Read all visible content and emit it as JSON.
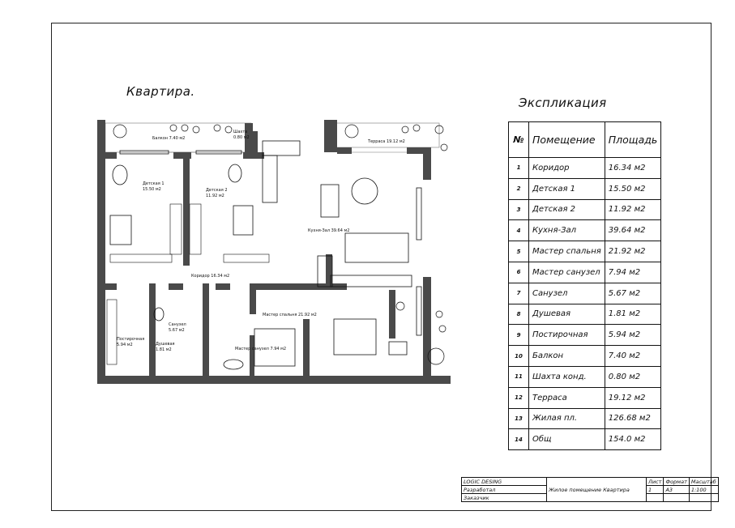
{
  "title": "Квартира.",
  "explication": {
    "title": "Экспликация",
    "headers": {
      "num": "№",
      "room": "Помещение",
      "area": "Площадь"
    },
    "rows": [
      {
        "num": "1",
        "room": "Коридор",
        "area": "16.34 м2"
      },
      {
        "num": "2",
        "room": "Детская 1",
        "area": "15.50 м2"
      },
      {
        "num": "3",
        "room": "Детская 2",
        "area": "11.92 м2"
      },
      {
        "num": "4",
        "room": "Кухня-Зал",
        "area": "39.64 м2"
      },
      {
        "num": "5",
        "room": "Мастер спальня",
        "area": "21.92 м2"
      },
      {
        "num": "6",
        "room": "Мастер санузел",
        "area": "7.94 м2"
      },
      {
        "num": "7",
        "room": "Санузел",
        "area": "5.67 м2"
      },
      {
        "num": "8",
        "room": "Душевая",
        "area": "1.81 м2"
      },
      {
        "num": "9",
        "room": "Постирочная",
        "area": "5.94 м2"
      },
      {
        "num": "10",
        "room": "Балкон",
        "area": "7.40 м2"
      },
      {
        "num": "11",
        "room": "Шахта конд.",
        "area": "0.80 м2"
      },
      {
        "num": "12",
        "room": "Терраса",
        "area": "19.12 м2"
      },
      {
        "num": "13",
        "room": "Жилая пл.",
        "area": "126.68 м2"
      },
      {
        "num": "14",
        "room": "Общ",
        "area": "154.0 м2"
      }
    ]
  },
  "plan_labels": {
    "balcony": "Балкон 7.40 м2",
    "shaft_1": "Шахта",
    "shaft_2": "0.80 м2",
    "terrace": "Терраса 19.12 м2",
    "kids1_1": "Детская 1",
    "kids1_2": "15.50 м2",
    "kids2_1": "Детская 2",
    "kids2_2": "11.92 м2",
    "kitchen": "Кухня-Зал 39.64 м2",
    "corridor": "Коридор 16.34 м2",
    "master_bedroom": "Мастер спальня 21.92 м2",
    "master_bath": "Мастер санузел 7.94 м2",
    "bath_1": "Санузел",
    "bath_2": "5.67 м2",
    "shower_1": "Душевая",
    "shower_2": "1.81 м2",
    "laundry_1": "Постирочная",
    "laundry_2": "5.94 м2"
  },
  "stamp": {
    "company": "LOGIC DESING",
    "developed": "Разработал",
    "customer": "Заказчик",
    "project": "Жилое помещение Квартира",
    "sheet_h": "Лист",
    "format_h": "Формат",
    "scale_h": "Масштаб",
    "sheet": "1",
    "format": "A3",
    "scale": "1:100"
  },
  "colors": {
    "wall": "#4a4a4a",
    "line": "#111111"
  }
}
